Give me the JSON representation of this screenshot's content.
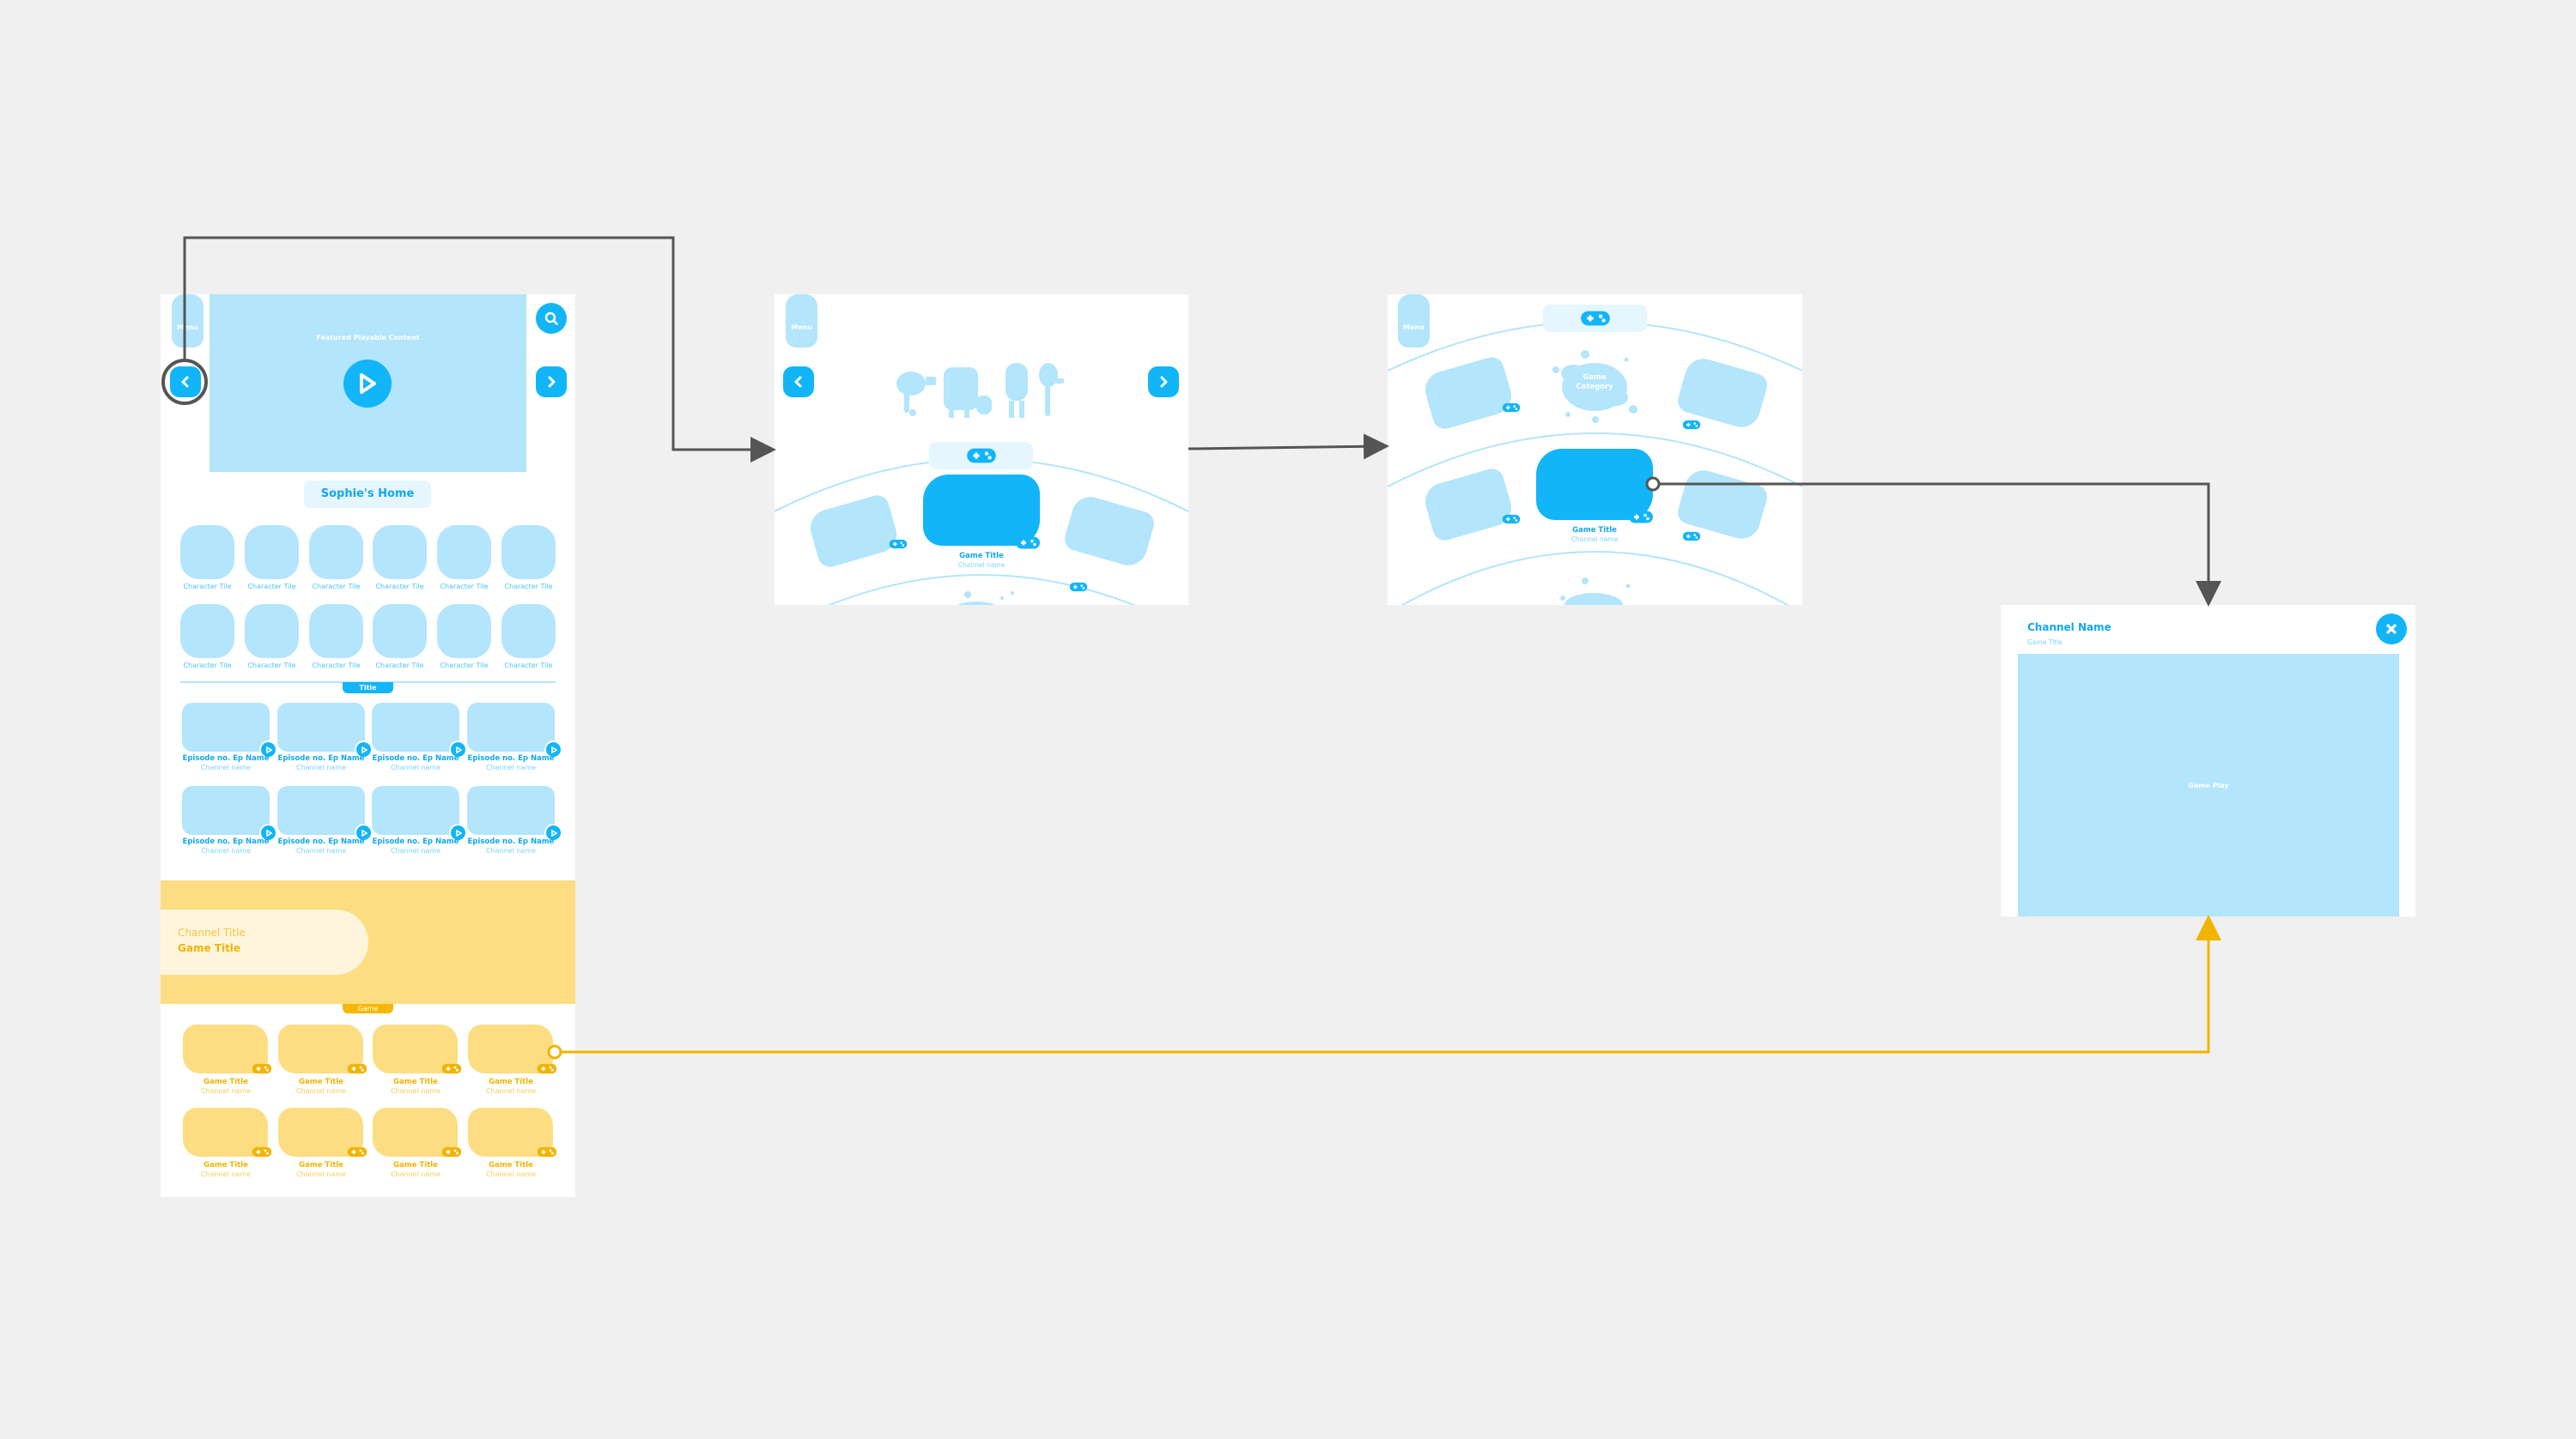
{
  "colors": {
    "background": "#f0f0f0",
    "primary_blue": "#12b5f8",
    "light_blue": "#b3e5fc",
    "pale_blue": "#e5f6fe",
    "yellow": "#fcdd82",
    "yellow_accent": "#f2b400",
    "connector": "#555555"
  },
  "home": {
    "menu_label": "Menu",
    "featured_label": "Featured Playable Content",
    "title": "Sophie's Home",
    "character_tiles": [
      "Character Tile",
      "Character Tile",
      "Character Tile",
      "Character Tile",
      "Character Tile",
      "Character Tile",
      "Character Tile",
      "Character Tile",
      "Character Tile",
      "Character Tile",
      "Character Tile",
      "Character Tile"
    ],
    "episodes_section": "Title",
    "episodes": [
      {
        "title": "Episode no. Ep Name",
        "channel": "Channel name"
      },
      {
        "title": "Episode no. Ep Name",
        "channel": "Channel name"
      },
      {
        "title": "Episode no. Ep Name",
        "channel": "Channel name"
      },
      {
        "title": "Episode no. Ep Name",
        "channel": "Channel name"
      },
      {
        "title": "Episode no. Ep Name",
        "channel": "Channel name"
      },
      {
        "title": "Episode no. Ep Name",
        "channel": "Channel name"
      },
      {
        "title": "Episode no. Ep Name",
        "channel": "Channel name"
      },
      {
        "title": "Episode no. Ep Name",
        "channel": "Channel name"
      }
    ],
    "banner": {
      "channel_title": "Channel Title",
      "game_title": "Game Title"
    },
    "games_section": "Game",
    "games": [
      {
        "title": "Game Title",
        "channel": "Channel name"
      },
      {
        "title": "Game Title",
        "channel": "Channel name"
      },
      {
        "title": "Game Title",
        "channel": "Channel name"
      },
      {
        "title": "Game Title",
        "channel": "Channel name"
      },
      {
        "title": "Game Title",
        "channel": "Channel name"
      },
      {
        "title": "Game Title",
        "channel": "Channel name"
      },
      {
        "title": "Game Title",
        "channel": "Channel name"
      },
      {
        "title": "Game Title",
        "channel": "Channel name"
      }
    ]
  },
  "carousel": {
    "menu_label": "Menu",
    "game_title": "Game Title",
    "channel_name": "Channel name"
  },
  "category": {
    "menu_label": "Menu",
    "category_label_1": "Game",
    "category_label_2": "Category",
    "game_title": "Game Title",
    "channel_name": "Channel name"
  },
  "modal": {
    "channel_name": "Channel Name",
    "game_title": "Game Title",
    "play_label": "Game Play"
  }
}
